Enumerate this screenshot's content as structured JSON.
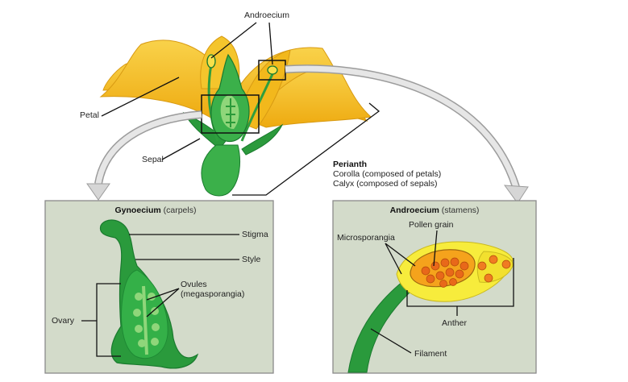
{
  "flower": {
    "labels": {
      "androecium": "Androecium",
      "petal": "Petal",
      "sepal": "Sepal",
      "perianth_title": "Perianth",
      "perianth_line1": "Corolla (composed of petals)",
      "perianth_line2": "Calyx (composed of sepals)"
    }
  },
  "gynoecium_panel": {
    "title_bold": "Gynoecium",
    "title_rest": " (carpels)",
    "labels": {
      "stigma": "Stigma",
      "style": "Style",
      "ovules_line1": "Ovules",
      "ovules_line2": "(megasporangia)",
      "ovary": "Ovary"
    }
  },
  "androecium_panel": {
    "title_bold": "Androecium",
    "title_rest": " (stamens)",
    "labels": {
      "pollen_grain": "Pollen grain",
      "microsporangia": "Microsporangia",
      "anther": "Anther",
      "filament": "Filament"
    }
  },
  "colors": {
    "petal_yellow": "#f5c01e",
    "petal_edge": "#d89a12",
    "green_dark": "#1f8f3a",
    "green_light": "#4cc24e",
    "panel_bg": "#d3dbca",
    "pollen_orange": "#f07c22",
    "arrow_gray": "#c9c9c9"
  }
}
